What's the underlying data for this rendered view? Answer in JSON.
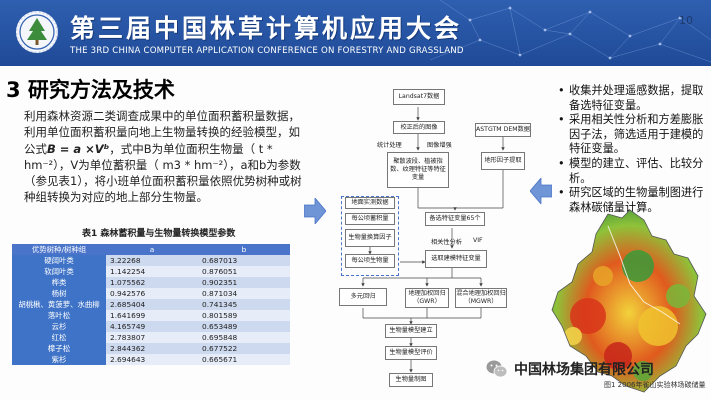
{
  "header": {
    "title_cn": "第三届中国林草计算机应用大会",
    "title_en": "THE 3RD CHINA COMPUTER APPLICATION CONFERENCE ON FORESTRY AND GRASSLAND",
    "page_number": "10",
    "color_primary": "#2f5fb0"
  },
  "section": {
    "title": "3 研究方法及技术"
  },
  "paragraph": {
    "part1": "利用森林资源二类调查成果中的单位面积蓄积量数据，利用单位面积蓄积量向地上生物量转换的经验模型，如公式",
    "formula": "B = a ×Vᵇ",
    "part2": "，式中B为单位面积生物量（ t * hm⁻²），V为单位蓄积量（ m3 * hm⁻²），a和b为参数（参见表1），将小班单位面积蓄积量依照优势树种或树种组转换为对应的地上部分生物量。"
  },
  "table": {
    "caption": "表1 森林蓄积量与生物量转换模型参数",
    "headers": [
      "优势树种/树种组",
      "a",
      "b"
    ],
    "rows": [
      [
        "硬阔叶类",
        "3.22268",
        "0.687013"
      ],
      [
        "软阔叶类",
        "1.142254",
        "0.876051"
      ],
      [
        "桦类",
        "1.075562",
        "0.902351"
      ],
      [
        "杨树",
        "0.942576",
        "0.871034"
      ],
      [
        "胡桃楸、黄菠萝、水曲柳",
        "2.685404",
        "0.741345"
      ],
      [
        "落叶松",
        "1.641699",
        "0.801589"
      ],
      [
        "云杉",
        "4.165749",
        "0.653489"
      ],
      [
        "红松",
        "2.783807",
        "0.695848"
      ],
      [
        "樟子松",
        "2.844362",
        "0.677522"
      ],
      [
        "紫杉",
        "2.694643",
        "0.665671"
      ]
    ]
  },
  "flow": {
    "landsat": "Landsat7数据",
    "preprocess": "校正后的图像",
    "stat": "统计处理",
    "enhance": "图像增强",
    "features": "聚散波段、植被指数、纹理特征等特征变量",
    "astgtm": "ASTGTM DEM数据",
    "terrain": "地形因子提取",
    "survey": "地面实测数据",
    "volume": "每公顷蓄积量",
    "convert": "生物量换算因子",
    "biomass": "每公顷生物量",
    "candidates": "备选特征变量65个",
    "corr": "相关性分析",
    "vif": "VIF",
    "select": "选取建模特征变量",
    "mlr": "多元回归",
    "gwr": "地理加权回归（GWR）",
    "mgwr": "混合地理加权回归（MGWR）",
    "model": "生物量模型建立",
    "eval": "生物量模型评价",
    "map": "生物量制图"
  },
  "bullets": [
    "收集并处理遥感数据，提取备选特征变量。",
    "采用相关性分析和方差膨胀因子法，筛选适用于建模的特征变量。",
    "模型的建立、评估、比较分析。",
    "研究区域的生物量制图进行森林碳储量计算。"
  ],
  "watermark": {
    "text": "中国林场集团有限公司"
  },
  "map_caption": "图1 2006年雀山实验林场碳储量"
}
